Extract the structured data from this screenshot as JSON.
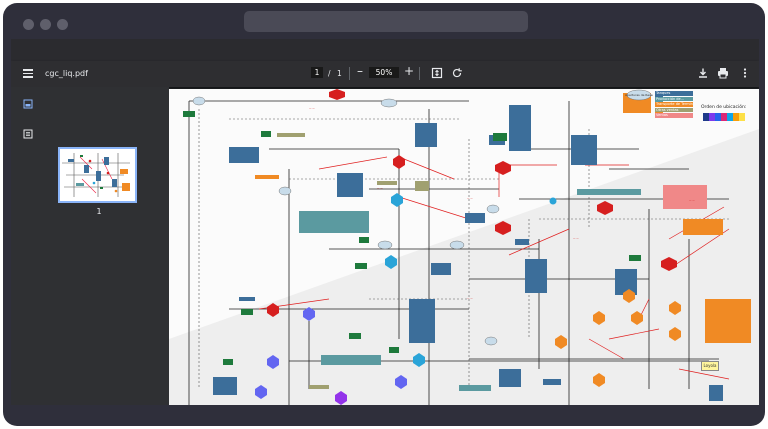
{
  "viewer": {
    "file_name": "cgc_liq.pdf",
    "current_page": "1",
    "page_separator": "/",
    "total_pages": "1",
    "zoom": "50%",
    "zoom_out": "–",
    "zoom_in": "+",
    "thumbnail_label": "1"
  },
  "icons": [
    "menu-icon",
    "fit-page-icon",
    "rotate-icon",
    "download-icon",
    "print-icon",
    "more-icon",
    "thumbnails-icon",
    "outline-icon"
  ],
  "colors": {
    "flow_blue": "#3c6e9a",
    "flow_green": "#1e7a3c",
    "flow_red": "#d61f1f",
    "flow_orange": "#f08a24",
    "flow_teal": "#5b9aa0"
  },
  "document": {
    "legend": {
      "items": [
        "Tanques",
        "Producción de...",
        "Transporte de Terminal",
        "Otras ventas",
        "Ventas"
      ],
      "order_title": "Orden de ubicación:"
    },
    "labels": {
      "destination": "Loyola",
      "entry": "Aperturas de Reservorio"
    }
  }
}
